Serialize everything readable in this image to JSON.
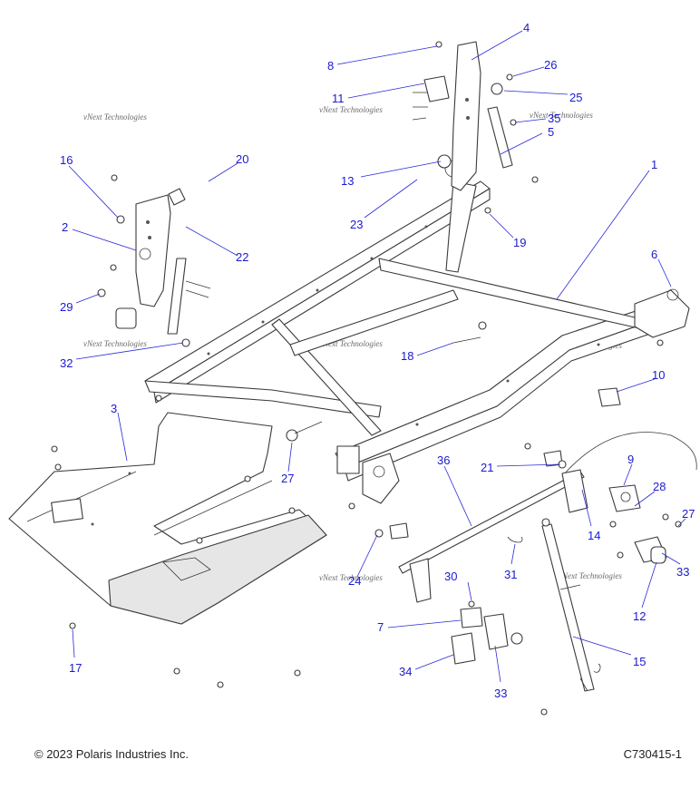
{
  "watermark": "vNext Technologies",
  "colors": {
    "callout": "#1a1ad0",
    "line": "#3a3a3a"
  },
  "callouts": [
    {
      "id": "1",
      "label": "1"
    },
    {
      "id": "2",
      "label": "2"
    },
    {
      "id": "3",
      "label": "3"
    },
    {
      "id": "4",
      "label": "4"
    },
    {
      "id": "5",
      "label": "5"
    },
    {
      "id": "6",
      "label": "6"
    },
    {
      "id": "7",
      "label": "7"
    },
    {
      "id": "8",
      "label": "8"
    },
    {
      "id": "9",
      "label": "9"
    },
    {
      "id": "10",
      "label": "10"
    },
    {
      "id": "11",
      "label": "11"
    },
    {
      "id": "12",
      "label": "12"
    },
    {
      "id": "13",
      "label": "13"
    },
    {
      "id": "14",
      "label": "14"
    },
    {
      "id": "15",
      "label": "15"
    },
    {
      "id": "16",
      "label": "16"
    },
    {
      "id": "17",
      "label": "17"
    },
    {
      "id": "18",
      "label": "18"
    },
    {
      "id": "19",
      "label": "19"
    },
    {
      "id": "20",
      "label": "20"
    },
    {
      "id": "21",
      "label": "21"
    },
    {
      "id": "22",
      "label": "22"
    },
    {
      "id": "23",
      "label": "23"
    },
    {
      "id": "24",
      "label": "24"
    },
    {
      "id": "25",
      "label": "25"
    },
    {
      "id": "26",
      "label": "26"
    },
    {
      "id": "27a",
      "label": "27"
    },
    {
      "id": "27b",
      "label": "27"
    },
    {
      "id": "28",
      "label": "28"
    },
    {
      "id": "29",
      "label": "29"
    },
    {
      "id": "30",
      "label": "30"
    },
    {
      "id": "31",
      "label": "31"
    },
    {
      "id": "32",
      "label": "32"
    },
    {
      "id": "33a",
      "label": "33"
    },
    {
      "id": "33b",
      "label": "33"
    },
    {
      "id": "34",
      "label": "34"
    },
    {
      "id": "35",
      "label": "35"
    },
    {
      "id": "36",
      "label": "36"
    }
  ],
  "footer": {
    "copyright": "© 2023 Polaris Industries Inc.",
    "figure_code": "C730415-1"
  }
}
